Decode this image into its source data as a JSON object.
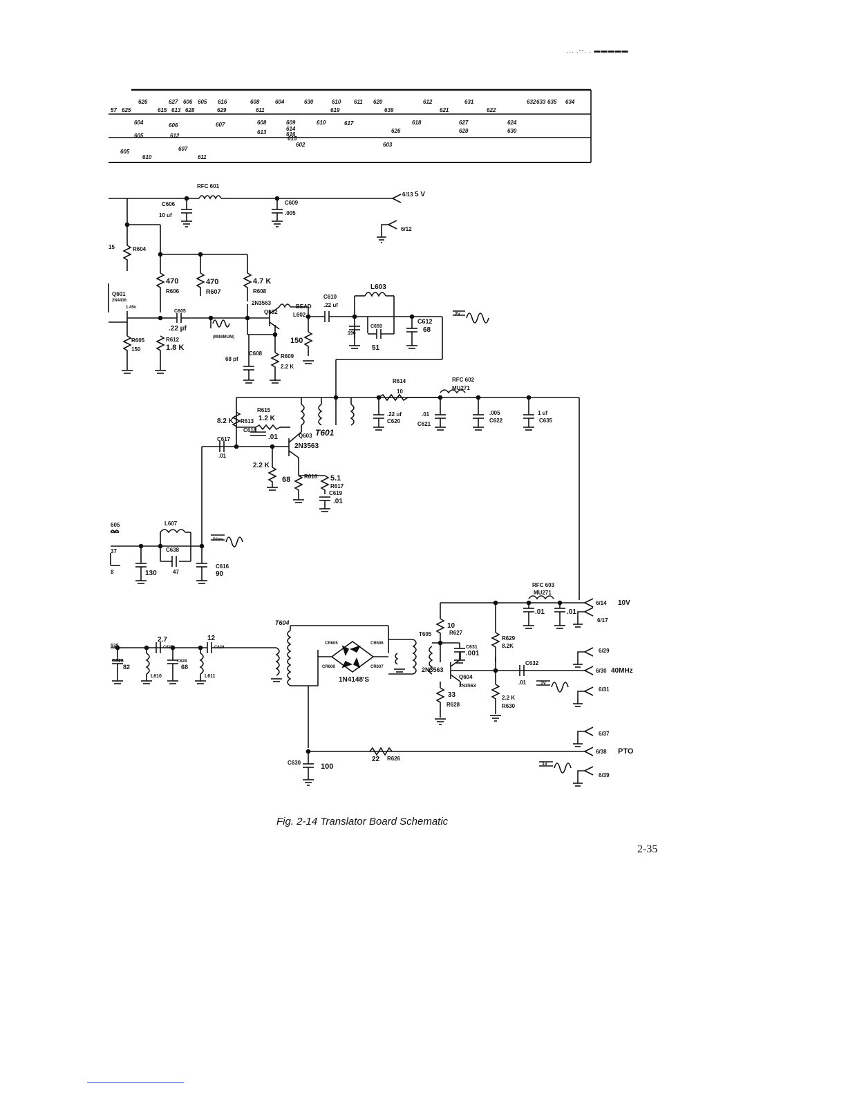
{
  "header": {
    "corner_mark": "... .--. . ▬▬▬▬▬"
  },
  "layout_table": {
    "row1_top": [
      "626",
      "627",
      "606",
      "605",
      "616",
      "608",
      "604",
      "630",
      "610",
      "611",
      "620",
      "612",
      "631",
      "633",
      "632",
      "635",
      "634"
    ],
    "row1_bottom": [
      "57",
      "625",
      "615",
      "613",
      "628",
      "629",
      "611",
      "619",
      "639",
      "621",
      "622"
    ],
    "row2": [
      "604",
      "606",
      "607",
      "608",
      "609",
      "610",
      "617",
      "618",
      "627",
      "624",
      "605",
      "612",
      "613",
      "614",
      "616",
      "615",
      "626",
      "628",
      "630"
    ],
    "row3": [
      "605",
      "607",
      "602",
      "603",
      "610",
      "611"
    ]
  },
  "schematic": {
    "rfc601": "RFC 601",
    "supply_5v": "5 V",
    "pin_6_13": "6/13",
    "pin_6_12": "6/12",
    "c606": "C606",
    "c606_val": "10 uf",
    "c609": "C609",
    "c609_val": ".005",
    "r604": "R604",
    "r604_val": "15",
    "r606_val": "470",
    "r606": "R606",
    "r607_val": "470",
    "r607": "R607",
    "r608_val": "4.7 K",
    "r608": "R608",
    "q601": "Q601",
    "q601_type": "2N4416",
    "q601_v": "1.45v",
    "q602_type": "2N3563",
    "q602": "Q602",
    "bead": "BEAD",
    "c605": "C605",
    "c605_val": ".22 µf",
    "minimum": "(MINIMUM)",
    "c610": "C610",
    "c610_val": ".22 uf",
    "l603": "L603",
    "l602": "L602",
    "c611_val": "190",
    "c659": "C659",
    "c659_val": "51",
    "c612": "C612",
    "c612_val": "68",
    "r605": "R605",
    "r605_val": "150",
    "r612": "R612",
    "r612_val": "1.8 K",
    "c608_val": "68 pf",
    "c608": "C608",
    "r609": "R609",
    "r609_val": "2.2 K",
    "r610_val": "150",
    "scope_2v": "2v",
    "r614": "R614",
    "r614_val": "10",
    "rfc602": "RFC 602",
    "rfc602_type": "MU271",
    "r613_val": "8.2 K",
    "r613": "R613",
    "r615": "R615",
    "r615_val": "1.2 K",
    "c618": "C618",
    "c618_val": ".01",
    "q603": "Q603",
    "t601": "T601",
    "q603_type": "2N3563",
    "c617": "C617",
    "c617_val": ".01",
    "r616_val": "2.2 K",
    "r616b_val": "68",
    "r616": "R616",
    "r617_val": "5.1",
    "r617": "R617",
    "c619": "C619",
    "c619_val": ".01",
    "c620": "C620",
    "c620_val": ".22 uf",
    "c621": "C621",
    "c621_val": ".01",
    "c622": "C622",
    "c622_val": ".005",
    "c635": "C635",
    "c635_val": "1 uf",
    "l605_frag": "605",
    "l607": "L607",
    "c638": "C638",
    "c638_val": "47",
    "c615_val": "130",
    "c616": "C616",
    "c616_val": "90",
    "scope_50mv": "50mv",
    "frag_37": "37",
    "frag_b": "8",
    "rfc603": "RFC 603",
    "rfc603_type": "MU271",
    "pin_6_14": "6/14",
    "supply_10v": "10V",
    "pin_6_17": "6/17",
    "c633_val": ".01",
    "c634_val": ".01",
    "t604": "T604",
    "cr605": "CR605",
    "cr606": "CR606",
    "cr607": "CR607",
    "cr608": "CR608",
    "diodes": "1N4148'S",
    "t605": "T605",
    "r627": "R627",
    "r627_val": "10",
    "c631": "C631",
    "c631_val": ".001",
    "q604": "Q604",
    "q604_type": "2N3563",
    "r629": "R629",
    "r629_val": "8.2K",
    "c632": "C632",
    "c632_val": ".01",
    "pin_6_29": "6/29",
    "pin_6_30": "6/30",
    "freq": "40MHz",
    "pin_6_31": "6/31",
    "r628_val": "33",
    "r628": "R628",
    "r630_val": "2.2 K",
    "r630": "R630",
    "c626": "C626",
    "c626_val": "82",
    "l610": "L610",
    "c627_val": "2.7",
    "c627": "C627",
    "c628": "C628",
    "c628_val": "68",
    "c629_val": "12",
    "c629": "C629",
    "l611": "L611",
    "frag_535": "535",
    "pin_6_37": "6/37",
    "pin_6_38": "6/38",
    "pto": "PTO",
    "pin_6_39": "6/39",
    "c630": "C630",
    "c630_val": "100",
    "r626_val": "22",
    "r626": "R626",
    "scope_1v": "1v",
    "scope_1v_b": "1v"
  },
  "caption": "Fig. 2-14   Translator Board Schematic",
  "page_number": "2-35"
}
